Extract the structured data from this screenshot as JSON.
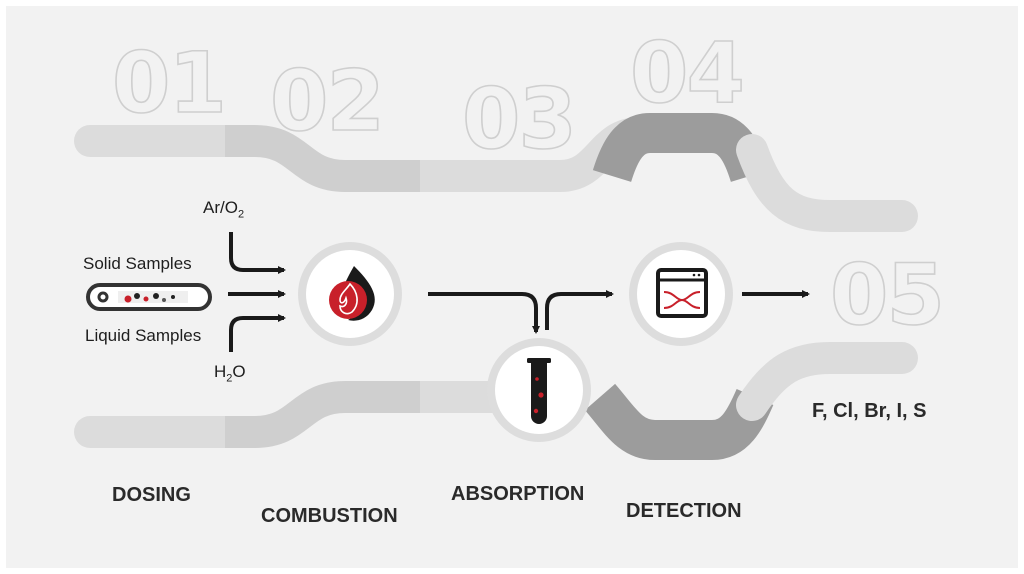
{
  "steps": {
    "numbers": [
      "01",
      "02",
      "03",
      "04",
      "05"
    ],
    "names": [
      "DOSING",
      "COMBUSTION",
      "ABSORPTION",
      "DETECTION"
    ]
  },
  "inputs": {
    "gas": "Ar/O",
    "gas_sub": "2",
    "solid": "Solid Samples",
    "liquid": "Liquid Samples",
    "water_h": "H",
    "water_sub": "2",
    "water_o": "O"
  },
  "result": "F, Cl, Br, I, S",
  "colors": {
    "background": "#f2f2f2",
    "track_light": "#dcdcdc",
    "track_mid": "#c9c9c9",
    "track_dark": "#9c9c9c",
    "accent_red": "#c8202a",
    "arrow": "#1a1a1a"
  },
  "icons": [
    "sample-boat-icon",
    "flame-icon",
    "test-tube-icon",
    "detector-window-icon"
  ]
}
